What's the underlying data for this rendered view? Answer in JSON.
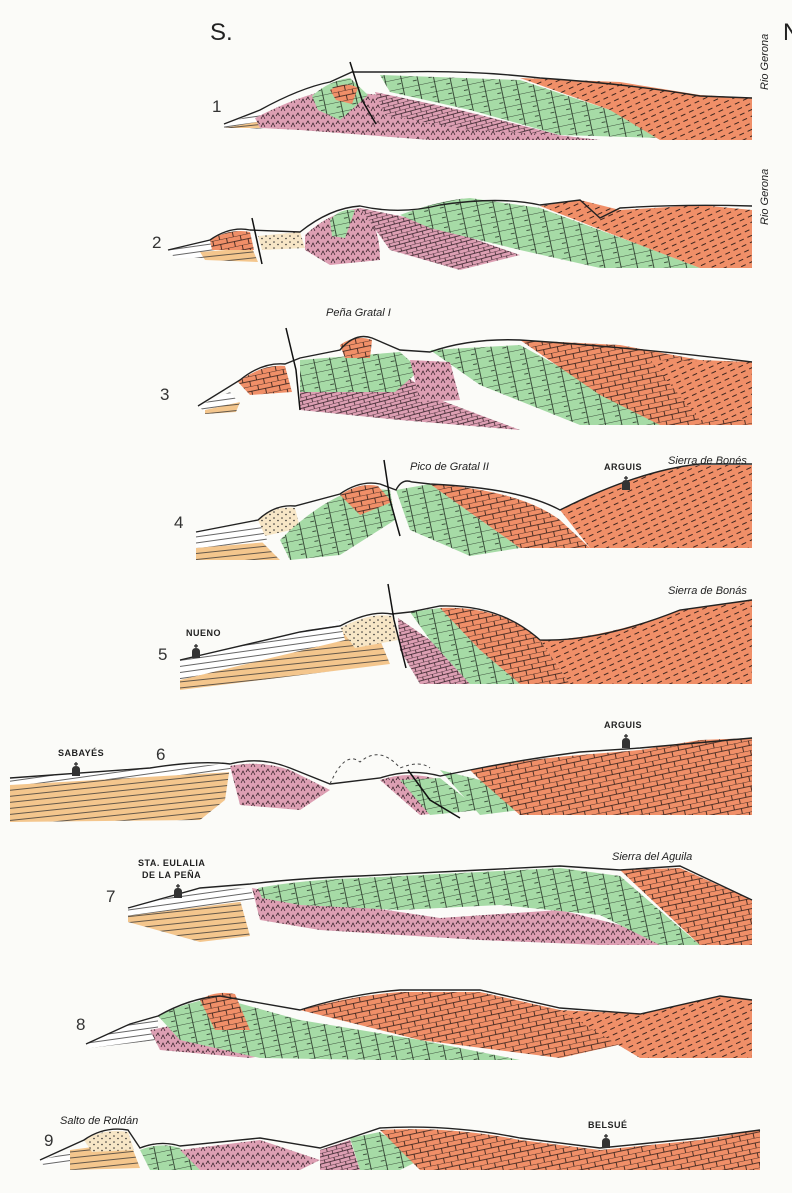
{
  "header": {
    "south": "S.",
    "north": "N"
  },
  "colors": {
    "orange": "#f08f68",
    "green": "#a6dba6",
    "pink": "#dd9fb3",
    "sand": "#f4c68d"
  },
  "sections": [
    {
      "number": "1",
      "label": "Rio Gerona"
    },
    {
      "number": "2",
      "label": "Rio Gerona"
    },
    {
      "number": "3",
      "label": "Peña Gratal I"
    },
    {
      "number": "4",
      "label": "Sierra de Bonés",
      "peak": "Pico de Gratal II",
      "town": "ARGUIS"
    },
    {
      "number": "5",
      "label": "Sierra de Bonás",
      "town": "NUENO"
    },
    {
      "number": "6",
      "town": "SABAYÉS",
      "town2": "ARGUIS"
    },
    {
      "number": "7",
      "label": "Sierra del Aguila",
      "town_l1": "STA. EULALIA",
      "town_l2": "DE LA PEÑA"
    },
    {
      "number": "8"
    },
    {
      "number": "9",
      "label": "Salto de Roldán",
      "town": "BELSUÉ"
    }
  ]
}
